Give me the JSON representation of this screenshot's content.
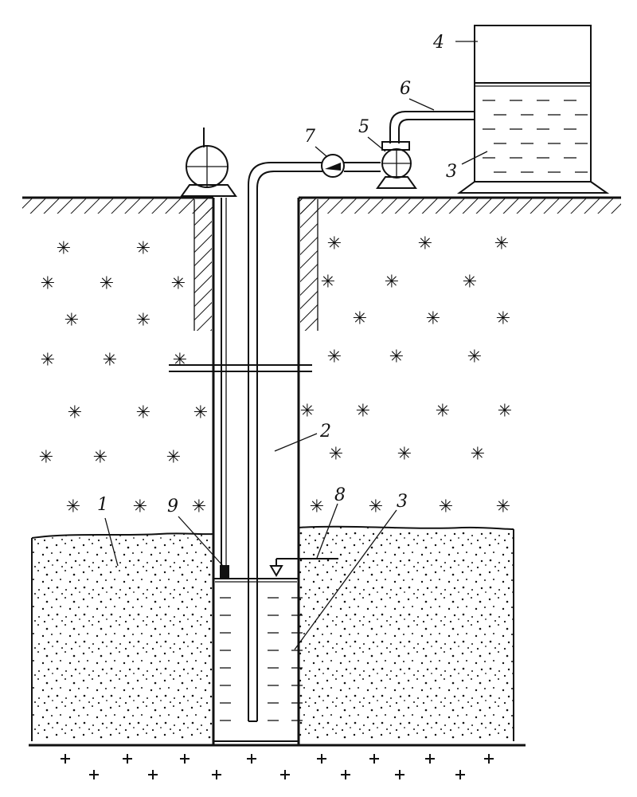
{
  "labels": {
    "l1": "1",
    "l2": "2",
    "l3_tank": "3",
    "l3_well": "3",
    "l4": "4",
    "l5": "5",
    "l6": "6",
    "l7": "7",
    "l8": "8",
    "l9": "9"
  }
}
